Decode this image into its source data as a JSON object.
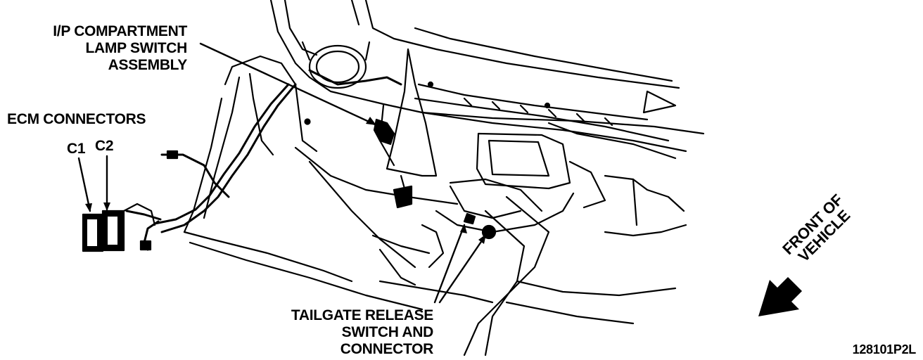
{
  "labels": {
    "ip_compartment": [
      "I/P COMPARTMENT",
      "LAMP SWITCH",
      "ASSEMBLY"
    ],
    "ecm_connectors": "ECM CONNECTORS",
    "c1": "C1",
    "c2": "C2",
    "tailgate": [
      "TAILGATE RELEASE",
      "SWITCH AND",
      "CONNECTOR"
    ],
    "front_of_vehicle": [
      "FRONT OF",
      "VEHICLE"
    ],
    "figure_code": "128101P2L"
  },
  "colors": {
    "ink": "#000000",
    "paper": "#ffffff"
  }
}
